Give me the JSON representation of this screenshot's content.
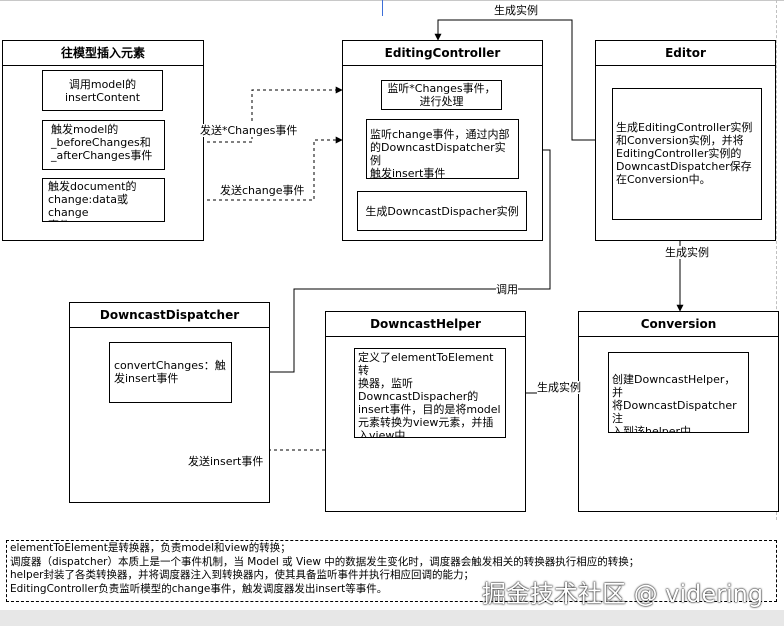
{
  "containers": {
    "insert": {
      "title": "往模型插入元素"
    },
    "editing_controller": {
      "title": "EditingController"
    },
    "editor": {
      "title": "Editor"
    },
    "downcast_dispatcher": {
      "title": "DowncastDispatcher"
    },
    "downcast_helper": {
      "title": "DowncastHelper"
    },
    "conversion": {
      "title": "Conversion"
    }
  },
  "nodes": {
    "call_insert_content": "调用model的\ninsertContent",
    "trigger_before_after": "触发model的\n_beforeChanges和\n_afterChanges事件",
    "trigger_change_data": "触发document的\nchange:data或change\n事件",
    "listen_changes": "监听*Changes事件，\n进行处理",
    "listen_change": "监听change事件，通过内部\n的DowncastDispatcher实例\n触发insert事件",
    "create_dispatcher": "生成DowncastDispacher实例",
    "editor_desc": "生成EditingController实例\n和Conversion实例，并将\nEditingController实例的\nDowncastDispatcher保存\n在Conversion中。",
    "convert_changes": "convertChanges：触\n发insert事件",
    "element_to_element": "定义了elementToElement转\n换器，监听\nDowncastDispacher的\ninsert事件，目的是将model\n元素转换为view元素，并插\n入view中",
    "create_helper": "创建DowncastHelper，并\n将DowncastDispatcher注\n入到该helper中"
  },
  "edges": {
    "send_changes": "发送*Changes事件",
    "send_change": "发送change事件",
    "generate_instance_top": "生成实例",
    "generate_instance_right": "生成实例",
    "call": "调用",
    "generate_instance_helper": "生成实例",
    "send_insert": "发送insert事件"
  },
  "note": {
    "lines": [
      "elementToElement是转换器，负责model和view的转换；",
      "调度器（dispatcher）本质上是一个事件机制，当 Model 或 View 中的数据发生变化时，调度器会触发相关的转换器执行相应的转换；",
      "helper封装了各类转换器，并将调度器注入到转换器内，使其具备监听事件并执行相应回调的能力；",
      "EditingController负责监听模型的change事件，触发调度器发出insert等事件。"
    ]
  },
  "watermark": "掘金技术社区 @ videring"
}
